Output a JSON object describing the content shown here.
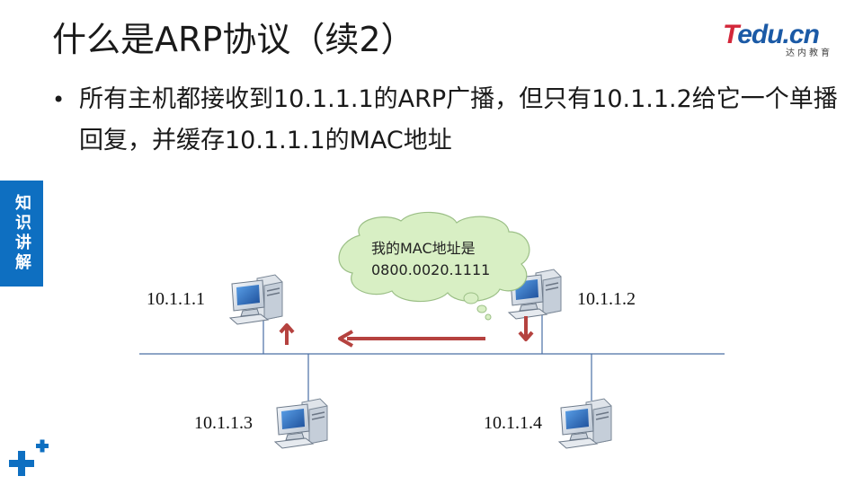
{
  "slide": {
    "title": "什么是ARP协议（续2）",
    "bullets": [
      "所有主机都接收到10.1.1.1的ARP广播，但只有10.1.1.2给它一个单播回复，并缓存10.1.1.1的MAC地址"
    ],
    "side_tab": "知识讲解"
  },
  "logo": {
    "red_part": "T",
    "blue_part": "edu.cn",
    "subtitle": "达内教育"
  },
  "diagram": {
    "hosts": [
      {
        "ip": "10.1.1.1"
      },
      {
        "ip": "10.1.1.2"
      },
      {
        "ip": "10.1.1.3"
      },
      {
        "ip": "10.1.1.4"
      }
    ],
    "bubble": {
      "line1": "我的MAC地址是",
      "line2": "0800.0020.1111"
    }
  },
  "colors": {
    "accent_blue": "#0e6fc1",
    "arrow_red": "#b5423f",
    "bus_line": "#4a6fa5",
    "bubble_fill": "#d8efc4"
  }
}
